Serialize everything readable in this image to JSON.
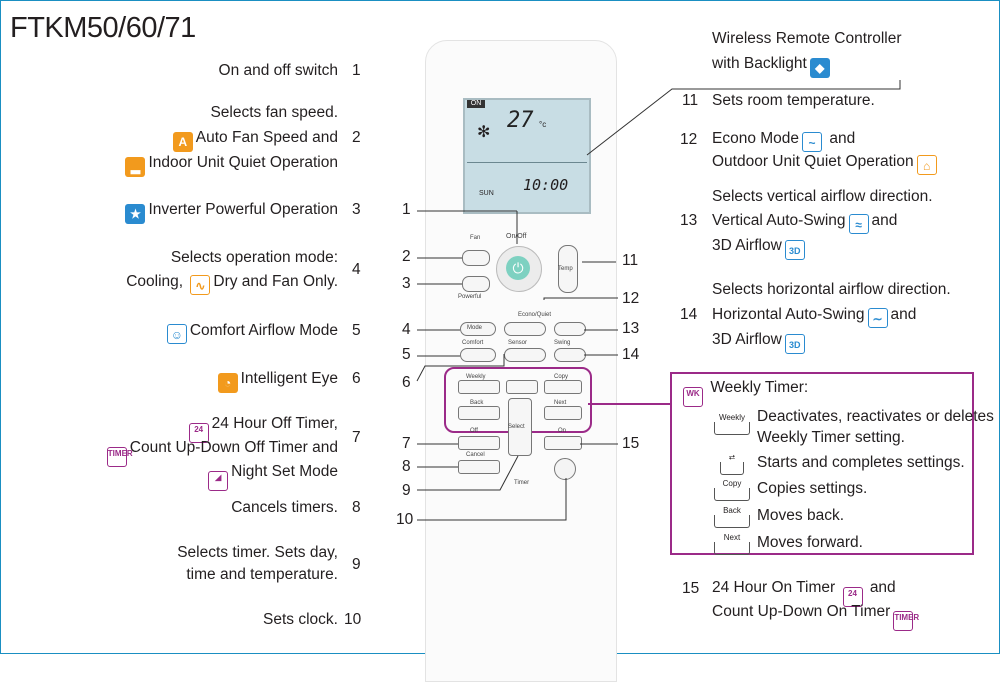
{
  "title": "FTKM50/60/71",
  "left_labels": [
    {
      "num": "1",
      "lines": [
        "On and off switch"
      ]
    },
    {
      "num": "2",
      "lines": [
        "Selects fan speed.",
        "Auto Fan Speed and",
        "Indoor Unit Quiet Operation"
      ]
    },
    {
      "num": "3",
      "lines": [
        "Inverter Powerful Operation"
      ]
    },
    {
      "num": "4",
      "lines": [
        "Selects operation mode:",
        "Cooling,",
        "Dry and Fan Only."
      ]
    },
    {
      "num": "5",
      "lines": [
        "Comfort Airflow Mode"
      ]
    },
    {
      "num": "6",
      "lines": [
        "Intelligent Eye"
      ]
    },
    {
      "num": "7",
      "lines": [
        "24 Hour Off Timer,",
        "Count Up-Down Off Timer and",
        "Night Set Mode"
      ]
    },
    {
      "num": "8",
      "lines": [
        "Cancels timers."
      ]
    },
    {
      "num": "9",
      "lines": [
        "Selects timer. Sets day,",
        "time and temperature."
      ]
    },
    {
      "num": "10",
      "lines": [
        "Sets clock."
      ]
    }
  ],
  "right_labels": {
    "remote": [
      "Wireless  Remote  Controller",
      "with Backlight"
    ],
    "item11": {
      "num": "11",
      "text": "Sets room temperature."
    },
    "item12": {
      "num": "12",
      "lines": [
        "Econo Mode",
        "and",
        "Outdoor Unit Quiet Operation"
      ]
    },
    "item13": {
      "num": "13",
      "lines": [
        "Selects vertical airflow direction.",
        "Vertical Auto-Swing",
        "and",
        "3D Airflow"
      ]
    },
    "item14": {
      "num": "14",
      "lines": [
        "Selects horizontal airflow direction.",
        "Horizontal Auto-Swing",
        "and",
        "3D Airflow"
      ]
    },
    "weekly": {
      "title": "Weekly Timer:",
      "rows": [
        {
          "key": "Weekly",
          "text": [
            "Deactivates, reactivates or deletes",
            "Weekly Timer setting."
          ]
        },
        {
          "key": "⮂",
          "text": [
            "Starts and completes settings."
          ]
        },
        {
          "key": "Copy",
          "text": [
            "Copies settings."
          ]
        },
        {
          "key": "Back",
          "text": [
            "Moves back."
          ]
        },
        {
          "key": "Next",
          "text": [
            "Moves forward."
          ]
        }
      ]
    },
    "item15": {
      "num": "15",
      "lines": [
        "24 Hour On Timer",
        "and",
        "Count Up-Down On Timer"
      ]
    }
  },
  "callouts": [
    "1",
    "2",
    "3",
    "4",
    "5",
    "6",
    "7",
    "8",
    "9",
    "10",
    "11",
    "12",
    "13",
    "14",
    "15"
  ],
  "remote": {
    "lcd_temp": "27",
    "lcd_unit": "°c",
    "lcd_time": "10:00",
    "lcd_day": "SUN",
    "lcd_on": "ON",
    "btn_fan": "Fan",
    "btn_onoff": "On/Off",
    "btn_temp": "Temp",
    "btn_powerful": "Powerful",
    "btn_econo": "Econo/Quiet",
    "btn_mode": "Mode",
    "btn_comfort": "Comfort",
    "btn_sensor": "Sensor",
    "btn_swing": "Swing",
    "btn_weekly": "Weekly",
    "btn_copy": "Copy",
    "btn_back": "Back",
    "btn_next": "Next",
    "btn_off": "Off",
    "btn_on": "On",
    "btn_select": "Select",
    "btn_cancel": "Cancel",
    "btn_timer": "Timer"
  },
  "icons": {
    "auto_fan": "A",
    "quiet": "▂",
    "powerful": "★",
    "dry": "∿",
    "comfort": "☺",
    "eye": "◔",
    "h24": "24",
    "timer": "TIMER",
    "night": "◢",
    "backlight": "◆",
    "econo": "~",
    "outdoor": "⌂",
    "vswing": "≈",
    "d3": "3D",
    "hswing": "∼",
    "weekly": "WK"
  }
}
